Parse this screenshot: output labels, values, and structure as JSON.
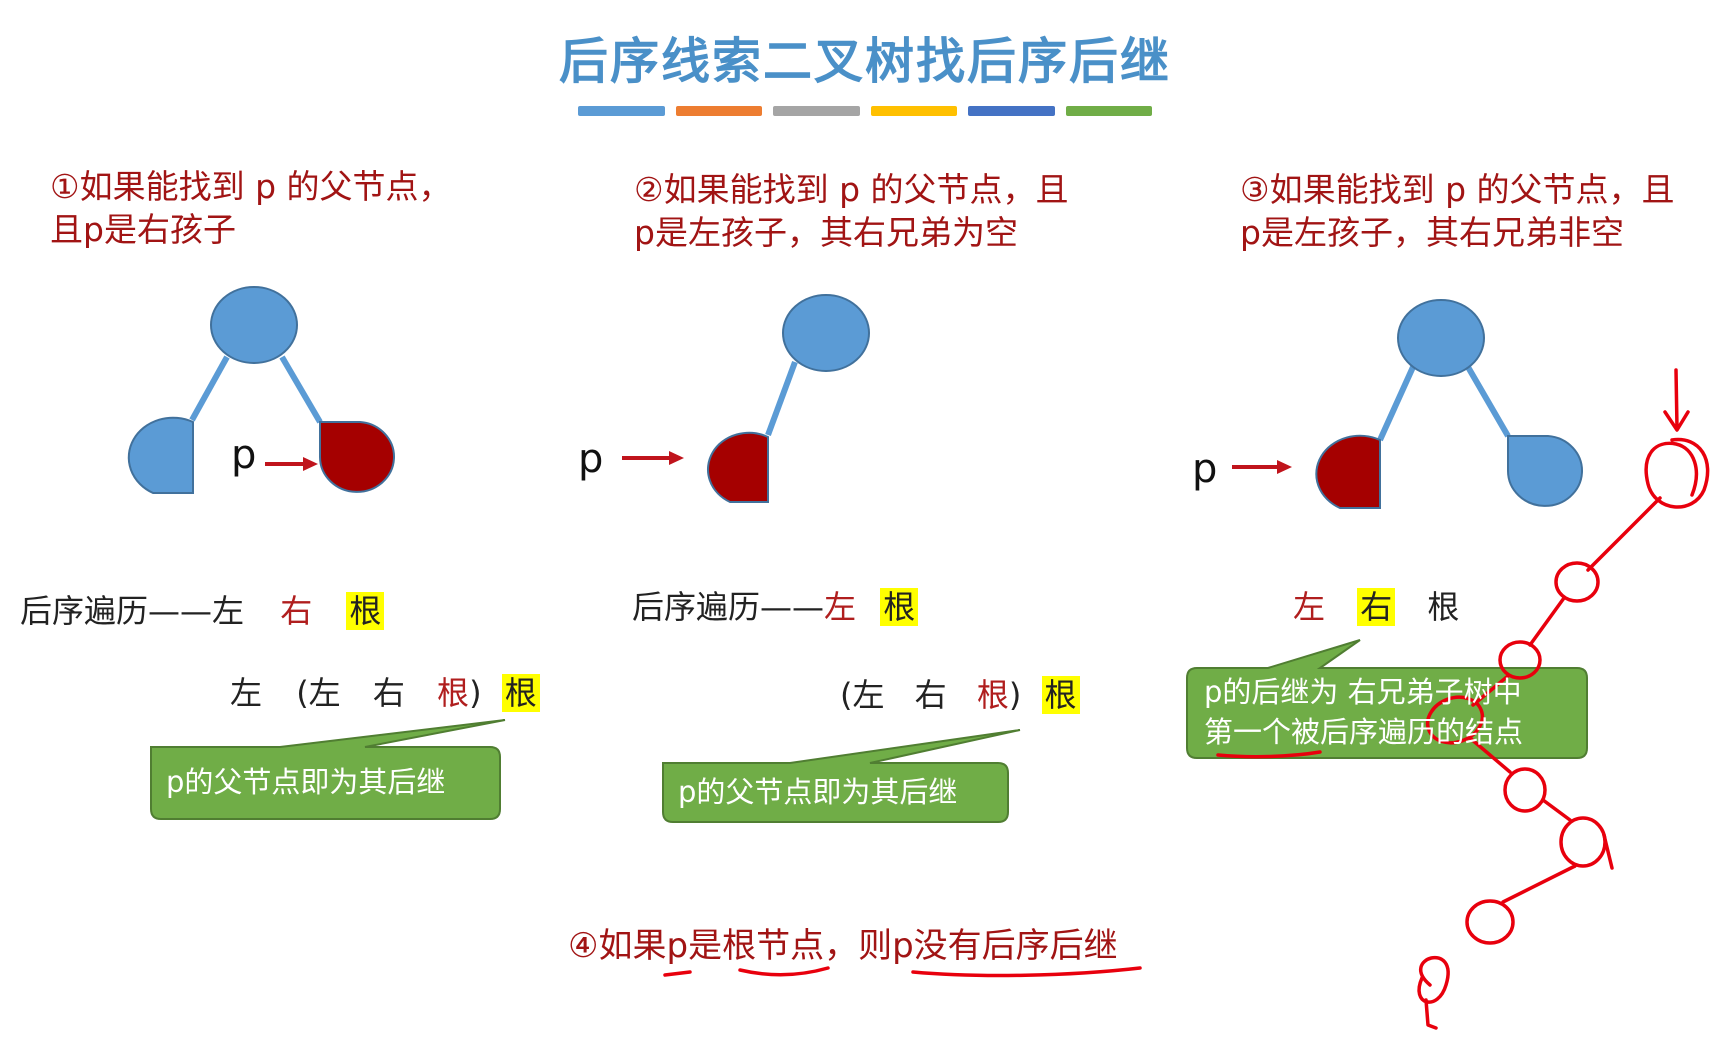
{
  "title": "后序线索二叉树找后序后继",
  "deco_colors": [
    "#5b9bd5",
    "#ed7d31",
    "#a5a5a5",
    "#ffc000",
    "#4472c4",
    "#70ad47"
  ],
  "colors": {
    "node_blue": "#5b9bd5",
    "node_red": "#a50000",
    "edge": "#5b9bd5",
    "callout_fill": "#70ad47",
    "highlight": "#ffff00",
    "ink": "#e8000d"
  },
  "cases": [
    {
      "condition_line1": "①如果能找到 p 的父节点，",
      "condition_line2": "且p是右孩子",
      "p_label": "p",
      "traversal_prefix": "后序遍历——左",
      "traversal_right": "右",
      "traversal_root": "根",
      "expansion": {
        "a": "左",
        "open": "(左",
        "b": "右",
        "c": "根",
        "close": ")",
        "d": "根"
      },
      "callout": "p的父节点即为其后继"
    },
    {
      "condition_line1": "②如果能找到 p 的父节点，且",
      "condition_line2": "p是左孩子，其右兄弟为空",
      "p_label": "p",
      "traversal_prefix": "后序遍历——",
      "traversal_left": "左",
      "traversal_root": "根",
      "expansion": {
        "open": "(左",
        "b": "右",
        "c": "根",
        "close": ")",
        "d": "根"
      },
      "callout": "p的父节点即为其后继"
    },
    {
      "condition_line1": "③如果能找到 p 的父节点，且",
      "condition_line2": "p是左孩子，其右兄弟非空",
      "p_label": "p",
      "traversal_left": "左",
      "traversal_right": "右",
      "traversal_root": "根",
      "callout_line1": "p的后继为 右兄弟子树中",
      "callout_line2": "第一个被后序遍历的结点"
    }
  ],
  "case4": {
    "num": "④如果",
    "p1": "p",
    "is": "是",
    "root": "根节点",
    "then": "，则",
    "p2": "p",
    "rest": "没有后序后继"
  }
}
